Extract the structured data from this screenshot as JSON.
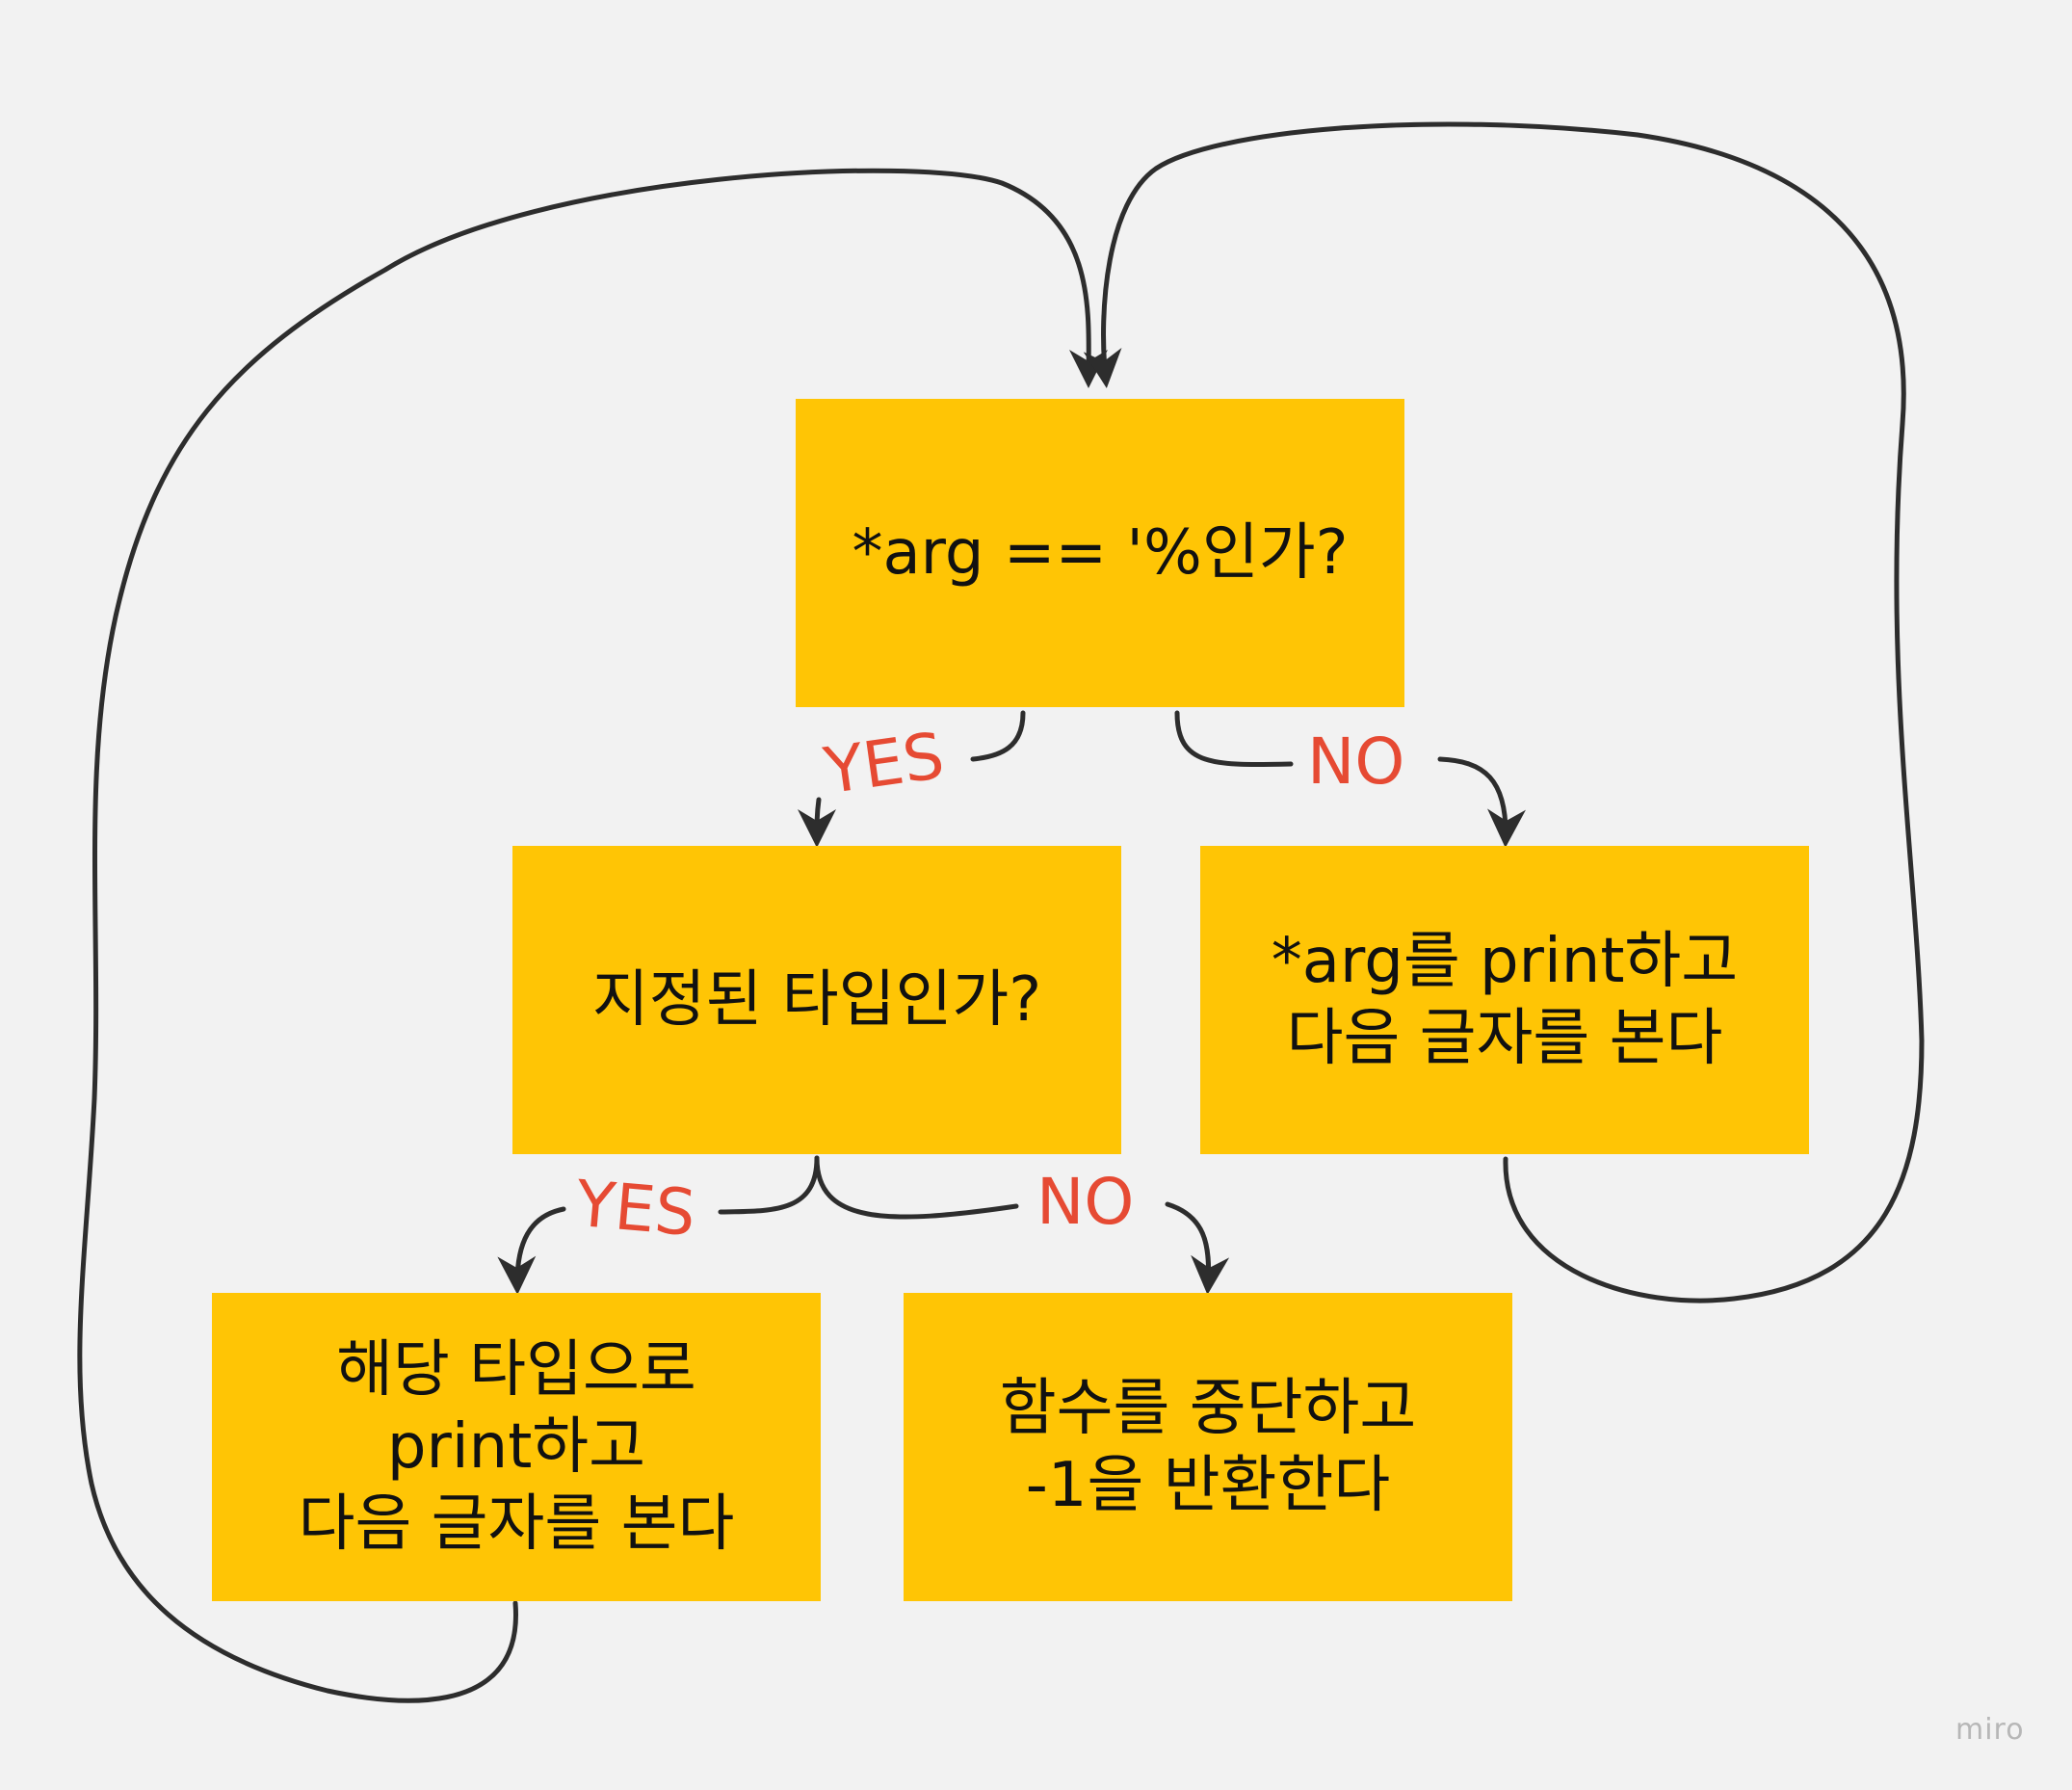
{
  "nodes": {
    "decision_percent": "*arg == '%인가?",
    "decision_type": "지정된 타입인가?",
    "print_char": "*arg를 print하고\n다음 글자를 본다",
    "print_typed": "해당 타입으로\nprint하고\n다음 글자를 본다",
    "return_error": "함수를 중단하고\n-1을 반환한다"
  },
  "edge_labels": {
    "percent_yes": "YES",
    "percent_no": "NO",
    "type_yes": "YES",
    "type_no": "NO"
  },
  "watermark": "miro",
  "colors": {
    "background": "#f2f2f2",
    "node_fill": "#ffc505",
    "node_text": "#111111",
    "edge_label": "#e64a33",
    "connector": "#2d2d2d"
  }
}
